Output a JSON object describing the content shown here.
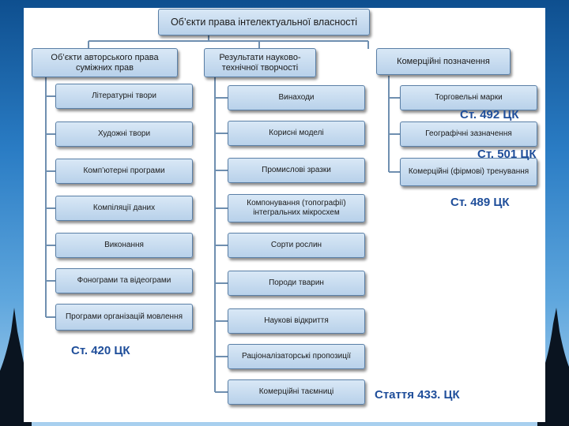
{
  "diagram": {
    "root": "Об’єкти права інтелектуальної власності",
    "branches": [
      {
        "title": "Об’єкти авторського права суміжних прав",
        "items": [
          "Літературні твори",
          "Художні твори",
          "Комп’ютерні програми",
          "Компіляції даних",
          "Виконання",
          "Фонограми та відеограми",
          "Програми організацій мовлення"
        ],
        "reference": "Ст. 420 ЦК"
      },
      {
        "title": "Результати науково-технічної творчості",
        "items": [
          "Винаходи",
          "Корисні моделі",
          "Промислові зразки",
          "Компонування (топографії) інтегральних мікросхем",
          "Сорти рослин",
          "Породи тварин",
          "Наукові відкриття",
          "Раціоналізаторські пропозиції",
          "Комерційні таємниці"
        ],
        "reference": "Стаття 433. ЦК"
      },
      {
        "title": "Комерційні позначення",
        "items": [
          "Торговельні марки",
          "Географічні зазначення",
          "Комерційні (фірмові) тренування"
        ],
        "references": [
          "Ст. 492 ЦК",
          "Ст. 501 ЦК",
          "Ст. 489 ЦК"
        ]
      }
    ]
  }
}
